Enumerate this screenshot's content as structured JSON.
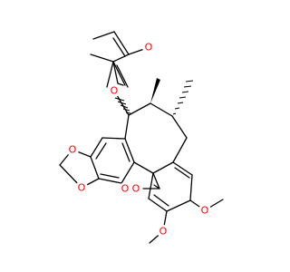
{
  "molecule": {
    "bond_color": "#000000",
    "heteroatom_color": "#ff0000",
    "atom_labels": {
      "carbonyl_oxygen": "O",
      "ester_oxygen": "O",
      "dioxole_oxygen_1": "O",
      "dioxole_oxygen_2": "O",
      "ketone_oxygen": "O",
      "bridge_oxygen": "O",
      "methoxy_oxygen_1": "O",
      "methoxy_oxygen_2": "O"
    }
  }
}
